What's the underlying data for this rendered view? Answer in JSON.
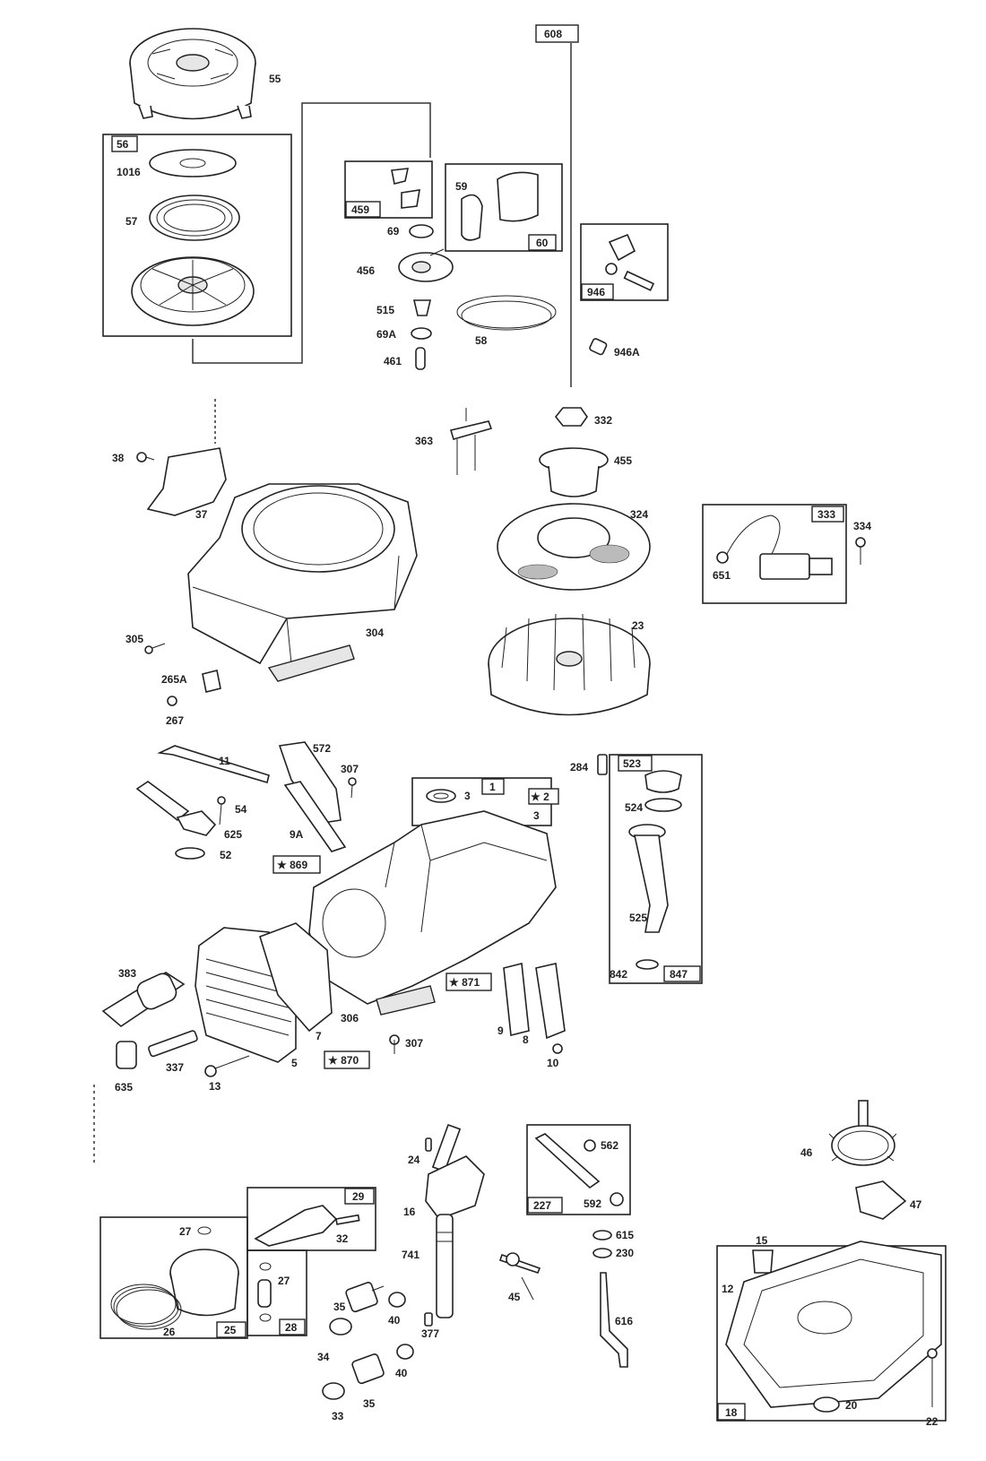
{
  "part_labels": {
    "p55": "55",
    "p56": "56",
    "p1016": "1016",
    "p57": "57",
    "p459": "459",
    "p69": "69",
    "p456": "456",
    "p515": "515",
    "p69a": "69A",
    "p461": "461",
    "p59": "59",
    "p60": "60",
    "p58": "58",
    "p608": "608",
    "p946": "946",
    "p946a": "946A",
    "p38": "38",
    "p37": "37",
    "p363": "363",
    "p332": "332",
    "p455": "455",
    "p324": "324",
    "p333": "333",
    "p334": "334",
    "p651": "651",
    "p305": "305",
    "p304": "304",
    "p265a": "265A",
    "p267": "267",
    "p23": "23",
    "p11": "11",
    "p572": "572",
    "p307a": "307",
    "p54": "54",
    "p625": "625",
    "p52": "52",
    "p9a": "9A",
    "p3a": "3",
    "p1": "1",
    "p2": "★ 2",
    "p3b": "3",
    "p869": "★ 869",
    "p871": "★ 871",
    "p870": "★ 870",
    "p284": "284",
    "p523": "523",
    "p524": "524",
    "p525": "525",
    "p842": "842",
    "p847": "847",
    "p383": "383",
    "p306": "306",
    "p7": "7",
    "p307b": "307",
    "p9": "9",
    "p8": "8",
    "p10": "10",
    "p337": "337",
    "p13": "13",
    "p5": "5",
    "p635": "635",
    "p24": "24",
    "p16": "16",
    "p741": "741",
    "p562": "562",
    "p227": "227",
    "p592": "592",
    "p615": "615",
    "p230": "230",
    "p45": "45",
    "p616": "616",
    "p377": "377",
    "p29": "29",
    "p32": "32",
    "p27a": "27",
    "p27b": "27",
    "p28": "28",
    "p25": "25",
    "p26": "26",
    "p35a": "35",
    "p40a": "40",
    "p34": "34",
    "p40b": "40",
    "p35b": "35",
    "p33": "33",
    "p46": "46",
    "p47": "47",
    "p15": "15",
    "p12": "12",
    "p18": "18",
    "p20": "20",
    "p22": "22"
  }
}
